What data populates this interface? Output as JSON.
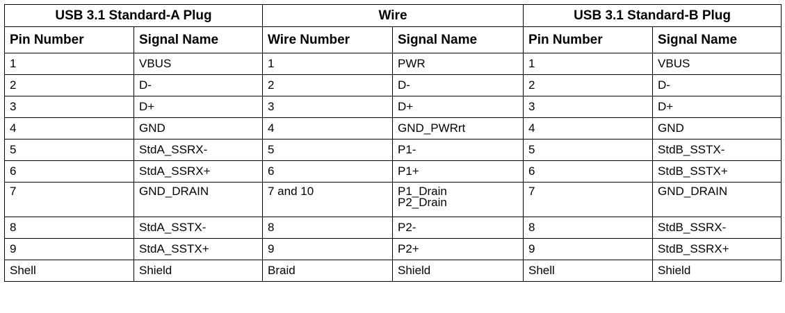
{
  "headers": {
    "groups": [
      "USB 3.1 Standard-A Plug",
      "Wire",
      "USB 3.1 Standard-B Plug"
    ],
    "columns": [
      "Pin Number",
      "Signal Name",
      "Wire Number",
      "Signal Name",
      "Pin Number",
      "Signal Name"
    ]
  },
  "rows": [
    [
      "1",
      "VBUS",
      "1",
      "PWR",
      "1",
      "VBUS"
    ],
    [
      "2",
      "D-",
      "2",
      "D-",
      "2",
      "D-"
    ],
    [
      "3",
      "D+",
      "3",
      "D+",
      "3",
      "D+"
    ],
    [
      "4",
      "GND",
      "4",
      "GND_PWRrt",
      "4",
      "GND"
    ],
    [
      "5",
      "StdA_SSRX-",
      "5",
      "P1-",
      "5",
      "StdB_SSTX-"
    ],
    [
      "6",
      "StdA_SSRX+",
      "6",
      "P1+",
      "6",
      "StdB_SSTX+"
    ],
    [
      "7",
      "GND_DRAIN",
      "7 and 10",
      "P1_Drain",
      "7",
      "GND_DRAIN"
    ],
    [
      "8",
      "StdA_SSTX-",
      "8",
      "P2-",
      "8",
      "StdB_SSRX-"
    ],
    [
      "9",
      "StdA_SSTX+",
      "9",
      "P2+",
      "9",
      "StdB_SSRX+"
    ],
    [
      "Shell",
      "Shield",
      "Braid",
      "Shield",
      "Shell",
      "Shield"
    ]
  ],
  "row7_wire_signal_line2": "P2_Drain"
}
